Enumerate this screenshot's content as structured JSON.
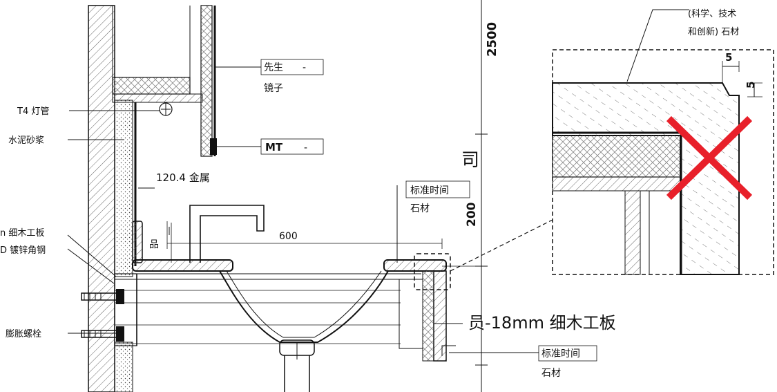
{
  "labels": {
    "mirror_line1": "先生",
    "mirror_line2": "镜子",
    "mirror_tag": "-",
    "t4_lamp": "T4 灯管",
    "cement_mortar": "水泥砂浆",
    "mt": "MT",
    "mt_tag": "-",
    "metal": "120.4 金属",
    "blockboard_left": "n 细木工板",
    "galv_angle": "D 镀锌角钢",
    "product": "品",
    "expansion_bolt": "膨胀螺栓",
    "stone_std_top_line1": "标准时间",
    "stone_std_top_line2": "石材",
    "company": "司",
    "blockboard_18": "员-18mm 细木工板",
    "stone_std_bottom_line1": "标准时间",
    "stone_std_bottom_line2": "石材",
    "detail_stone_line1": "(科学、技术",
    "detail_stone_line2": "和创新) 石材"
  },
  "dimensions": {
    "height_upper": "2500",
    "height_lower": "200",
    "basin_width": "600",
    "detail_offset_h": "5",
    "detail_offset_v": "5"
  },
  "colors": {
    "line": "#111111",
    "hatch": "#555555",
    "cross": "#e8202a",
    "background": "#ffffff"
  }
}
